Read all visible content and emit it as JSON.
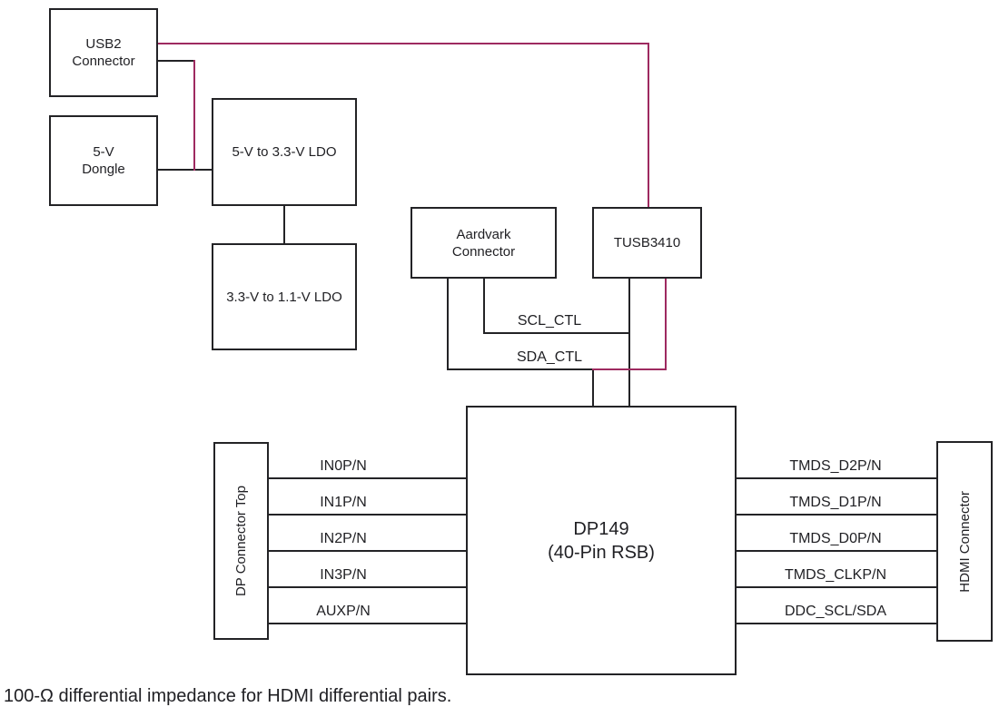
{
  "colors": {
    "wire": "#232326",
    "accent": "#9E2A60",
    "text": "#1f1f23"
  },
  "boxes": {
    "usb2": {
      "lines": [
        "USB2",
        "Connector"
      ]
    },
    "dongle": {
      "lines": [
        "5-V",
        "Dongle"
      ]
    },
    "ldo_5v_to_33v": {
      "label": "5-V to 3.3-V LDO"
    },
    "ldo_33v_to_11v": {
      "label": "3.3-V to 1.1-V LDO"
    },
    "aardvark": {
      "lines": [
        "Aardvark",
        "Connector"
      ]
    },
    "tusb3410": {
      "label": "TUSB3410"
    },
    "dp149": {
      "lines": [
        "DP149",
        "(40-Pin RSB)"
      ]
    },
    "dp_connector_top": {
      "label": "DP Connector Top"
    },
    "hdmi_connector": {
      "label": "HDMI Connector"
    }
  },
  "wire_labels": {
    "scl": "SCL_CTL",
    "sda": "SDA_CTL"
  },
  "left_signals": [
    "IN0P/N",
    "IN1P/N",
    "IN2P/N",
    "IN3P/N",
    "AUXP/N"
  ],
  "right_signals": [
    "TMDS_D2P/N",
    "TMDS_D1P/N",
    "TMDS_D0P/N",
    "TMDS_CLKP/N",
    "DDC_SCL/SDA"
  ],
  "caption": "100-Ω differential impedance for HDMI differential pairs."
}
